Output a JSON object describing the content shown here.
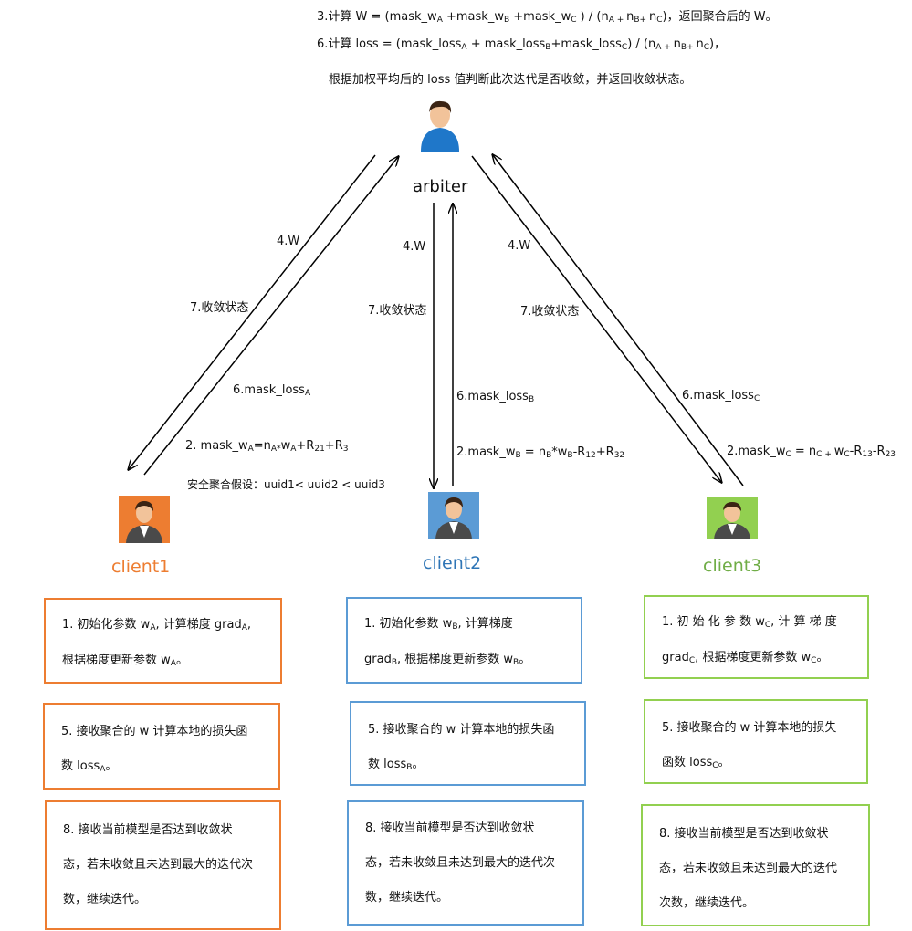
{
  "top": {
    "line1": {
      "a": "3.计算 W = (mask_w",
      "s1": "A",
      "b": " +mask_w",
      "s2": "B",
      "c": " +mask_w",
      "s3": "C",
      "d": " ) / (n",
      "s4": "A + ",
      "e": "n",
      "s5": "B+ ",
      "f": "n",
      "s6": "C",
      "g": ")，返回聚合后的 W。"
    },
    "line2": {
      "a": "6.计算  loss = (mask_loss",
      "s1": "A",
      "b": " + mask_loss",
      "s2": "B",
      "c": "+mask_loss",
      "s3": "C",
      "d": ") / (n",
      "s4": "A + ",
      "e": "n",
      "s5": "B+ ",
      "f": "n",
      "s6": "C",
      "g": ")，"
    },
    "line3": "根据加权平均后的 loss 值判断此次迭代是否收敛，并返回收敛状态。"
  },
  "arbiter": {
    "label": "arbiter"
  },
  "edges": {
    "left": {
      "w": "4.W",
      "status": "7.收敛状态",
      "loss": "6.mask_loss",
      "loss_sub": "A",
      "mask": {
        "a": "2.  mask_w",
        "s1": "A",
        "b": "=n",
        "s2": "A*",
        "c": "w",
        "s3": "A",
        "d": "+R",
        "s4": "21",
        "e": "+R",
        "s5": "3"
      },
      "assume": "安全聚合假设：uuid1< uuid2 < uuid3"
    },
    "middle": {
      "w": "4.W",
      "status": "7.收敛状态",
      "loss": "6.mask_loss",
      "loss_sub": "B",
      "mask": {
        "a": "2.mask_w",
        "s1": "B",
        "b": " = n",
        "s2": "B",
        "c": "*w",
        "s3": "B",
        "d": "-R",
        "s4": "12",
        "e": "+R",
        "s5": "32"
      }
    },
    "right": {
      "w": "4.W",
      "status": "7.收敛状态",
      "loss": "6.mask_loss",
      "loss_sub": "C",
      "mask": {
        "a": "2.mask_w",
        "s1": "C",
        "b": " = n",
        "s2": "C + ",
        "c": "w",
        "s3": "C",
        "d": "-R",
        "s4": "13",
        "e": "-R",
        "s5": "23"
      }
    }
  },
  "clients": [
    {
      "name": "client1",
      "color": "#ed7d31",
      "avatar_bg": "#ed7d31",
      "box1": {
        "l1a": "1.  初始化参数  w",
        "l1s": "A",
        "l1b": ", 计算梯度  grad",
        "l1s2": "A",
        "l1c": ",",
        "l2a": "根据梯度更新参数 w",
        "l2s": "A",
        "l2b": "。"
      },
      "box5": {
        "l1": "5.  接收聚合的 w 计算本地的损失函",
        "l2a": "数 loss",
        "l2s": "A",
        "l2b": "。"
      },
      "box8": {
        "l1": "8.  接收当前模型是否达到收敛状",
        "l2": "态，若未收敛且未达到最大的迭代次",
        "l3": "数，继续迭代。"
      }
    },
    {
      "name": "client2",
      "color": "#2e75b6",
      "avatar_bg": "#5b9bd5",
      "box1": {
        "l1a": "1.  初始化参数  w",
        "l1s": "B",
        "l1b": ", 计算梯度",
        "l1s2": "",
        "l1c": "",
        "l2a": "grad",
        "l2s": "B",
        "l2b": ", 根据梯度更新参数 w",
        "l2s2": "B",
        "l2c": "。"
      },
      "box5": {
        "l1": "5.  接收聚合的 w 计算本地的损失函",
        "l2a": "数 loss",
        "l2s": "B",
        "l2b": "。"
      },
      "box8": {
        "l1": "8.  接收当前模型是否达到收敛状",
        "l2": "态，若未收敛且未达到最大的迭代次",
        "l3": "数，继续迭代。"
      }
    },
    {
      "name": "client3",
      "color": "#70ad47",
      "avatar_bg": "#92d050",
      "box1": {
        "l1a": "1.  初 始 化 参 数   w",
        "l1s": "C",
        "l1b": ", 计 算 梯 度",
        "l1s2": "",
        "l1c": "",
        "l2a": "grad",
        "l2s": "C",
        "l2b": ", 根据梯度更新参数 w",
        "l2s2": "C",
        "l2c": "。"
      },
      "box5": {
        "l1": "5.  接收聚合的 w 计算本地的损失",
        "l2a": "函数 loss",
        "l2s": "C",
        "l2b": "。"
      },
      "box8": {
        "l1": "8.  接收当前模型是否达到收敛状",
        "l2": "态，若未收敛且未达到最大的迭代",
        "l3": "次数，继续迭代。"
      }
    }
  ]
}
